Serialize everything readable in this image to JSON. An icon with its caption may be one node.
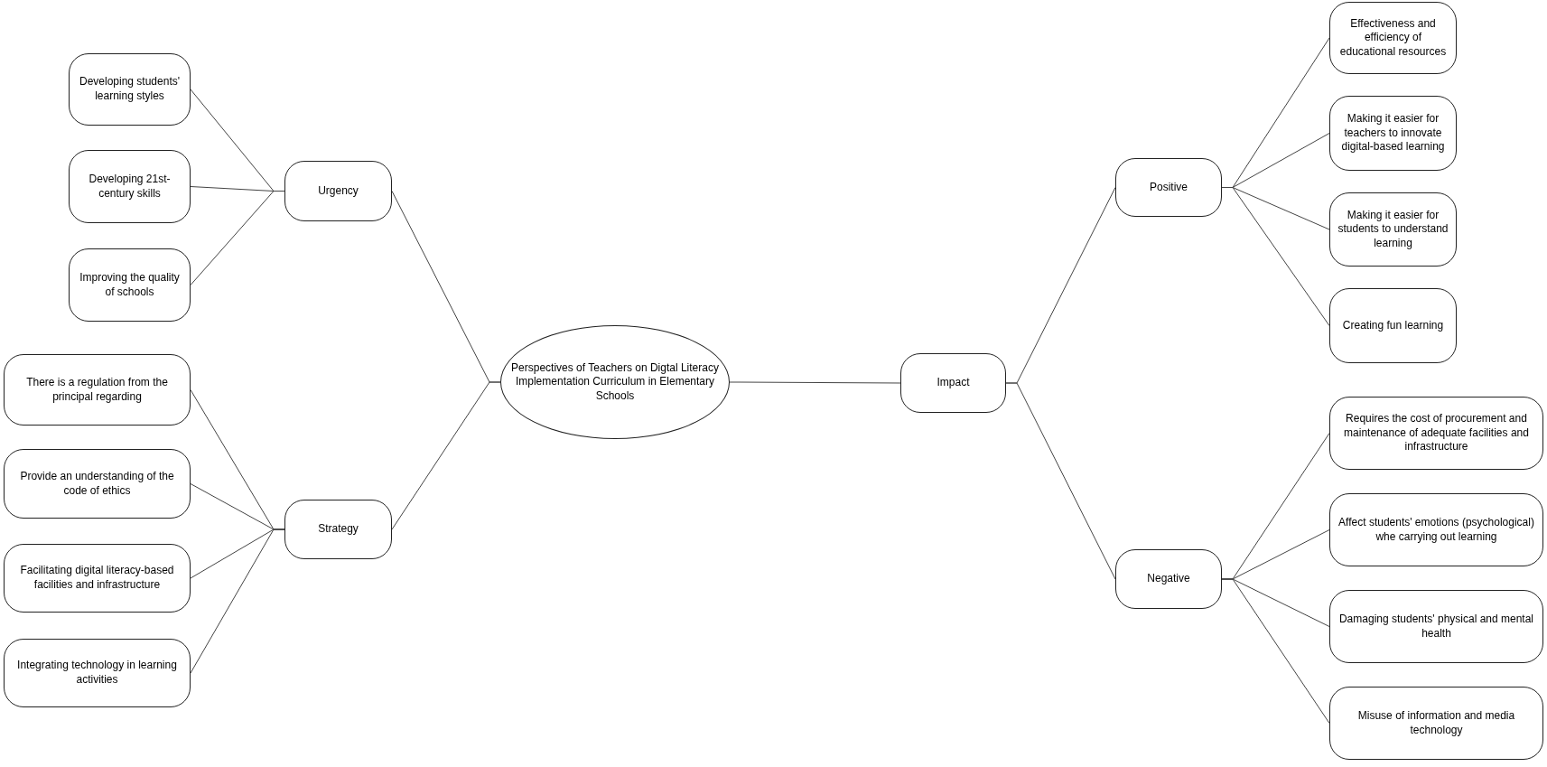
{
  "diagram": {
    "nodes": [
      {
        "text": [
          "Perspectives of Teachers on Digtal Literacy Implementation Curriculum in Elementary Schools"
        ]
      },
      {
        "text": [
          "Urgency"
        ]
      },
      {
        "text": [
          "Strategy"
        ]
      },
      {
        "text": [
          "Impact"
        ]
      },
      {
        "text": [
          "Positive"
        ]
      },
      {
        "text": [
          "Negative"
        ]
      },
      {
        "text": [
          "Developing students' learning styles"
        ]
      },
      {
        "text": [
          "Developing 21st-century skills"
        ]
      },
      {
        "text": [
          "Improving the quality of schools"
        ]
      },
      {
        "text": [
          "There is a regulation from the principal regarding"
        ]
      },
      {
        "text": [
          "Provide an understanding of the code of ethics"
        ]
      },
      {
        "text": [
          "Facilitating digital literacy-based facilities and infrastructure"
        ]
      },
      {
        "text": [
          "Integrating technology in learning activities"
        ]
      },
      {
        "text": [
          "Effectiveness and efficiency of educational resources"
        ]
      },
      {
        "text": [
          "Making it easier for teachers to innovate digital-based learning"
        ]
      },
      {
        "text": [
          "Making it easier for students to understand learning"
        ]
      },
      {
        "text": [
          "Creating fun learning"
        ]
      },
      {
        "text": [
          "Requires the cost of procurement and maintenance of adequate facilities and infrastructure"
        ]
      },
      {
        "text": [
          "Affect students' emotions (psychological) whe carrying out learning"
        ]
      },
      {
        "text": [
          "Damaging students' physical and mental health"
        ]
      },
      {
        "text": [
          "Misuse of information and media technology"
        ]
      }
    ],
    "edges": [
      {
        "from": 0,
        "to": 1,
        "arrow": "none"
      },
      {
        "from": 0,
        "to": 2,
        "arrow": "none"
      },
      {
        "from": 0,
        "to": 3,
        "arrow": "none"
      },
      {
        "from": 3,
        "to": 4,
        "arrow": "none"
      },
      {
        "from": 3,
        "to": 5,
        "arrow": "none"
      },
      {
        "from": 1,
        "to": 6,
        "arrow": "none"
      },
      {
        "from": 1,
        "to": 7,
        "arrow": "none"
      },
      {
        "from": 1,
        "to": 8,
        "arrow": "none"
      },
      {
        "from": 2,
        "to": 9,
        "arrow": "none"
      },
      {
        "from": 2,
        "to": 10,
        "arrow": "none"
      },
      {
        "from": 2,
        "to": 11,
        "arrow": "none"
      },
      {
        "from": 2,
        "to": 12,
        "arrow": "none"
      },
      {
        "from": 4,
        "to": 13,
        "arrow": "none"
      },
      {
        "from": 4,
        "to": 14,
        "arrow": "none"
      },
      {
        "from": 4,
        "to": 15,
        "arrow": "none"
      },
      {
        "from": 4,
        "to": 16,
        "arrow": "none"
      },
      {
        "from": 5,
        "to": 17,
        "arrow": "none"
      },
      {
        "from": 5,
        "to": 18,
        "arrow": "none"
      },
      {
        "from": 5,
        "to": 19,
        "arrow": "none"
      },
      {
        "from": 5,
        "to": 20,
        "arrow": "none"
      }
    ]
  }
}
